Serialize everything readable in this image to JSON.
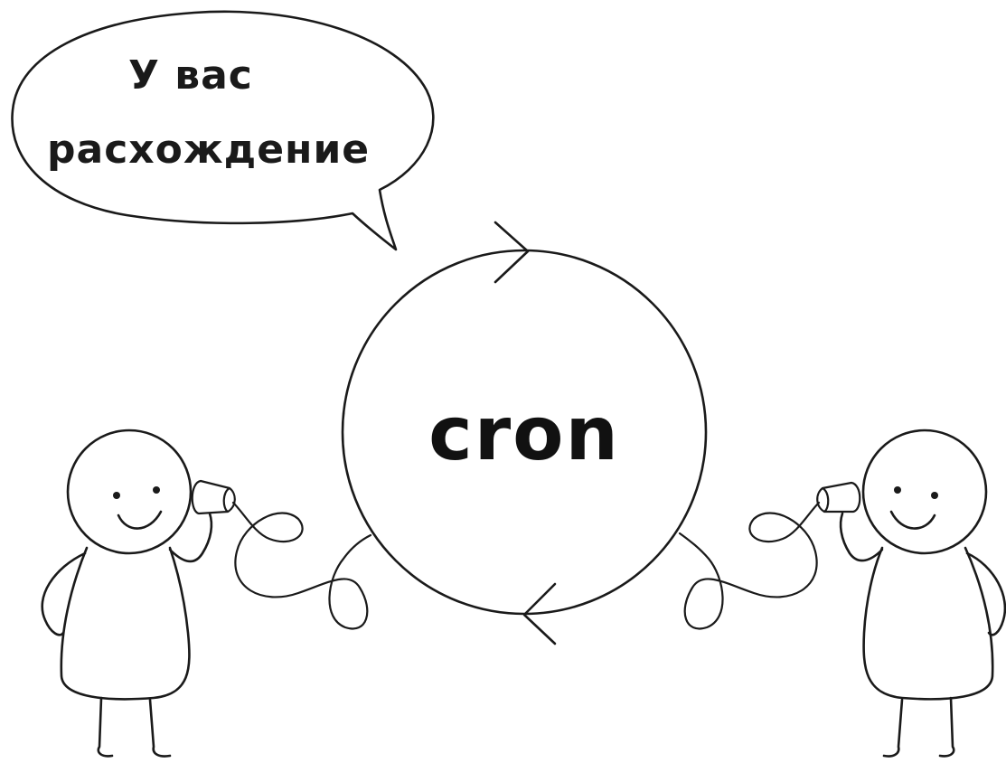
{
  "speech_bubble": {
    "line1": "У вас",
    "line2": "расхождение"
  },
  "cycle": {
    "label": "cron"
  },
  "colors": {
    "ink": "#1a1a1a",
    "background": "#ffffff"
  }
}
